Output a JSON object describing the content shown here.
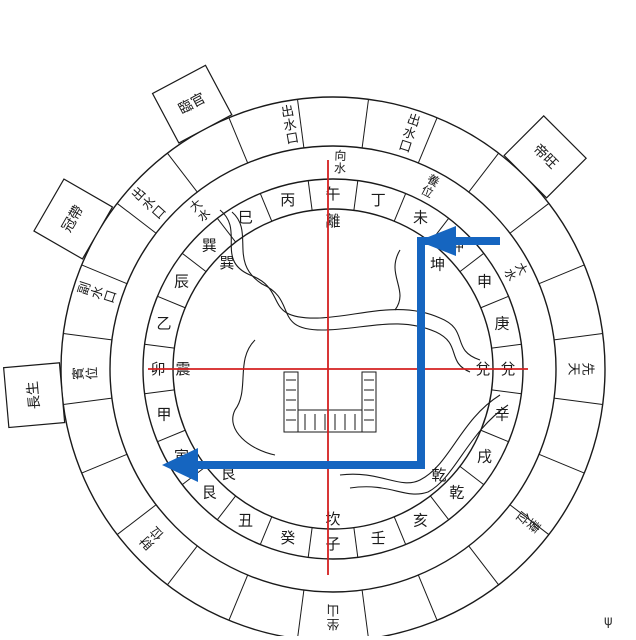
{
  "diagram": {
    "inner_ring": [
      "午",
      "丁",
      "未",
      "坤",
      "申",
      "庚",
      "兌",
      "辛",
      "戌",
      "乾",
      "亥",
      "壬",
      "子",
      "癸",
      "丑",
      "艮",
      "寅",
      "甲",
      "卯",
      "乙",
      "辰",
      "巽",
      "巳",
      "丙"
    ],
    "trigram_labels": {
      "north_top": "離",
      "south_bottom": "坎",
      "west_left": "震",
      "east_right": "兌",
      "southwest_upper_right": "坤",
      "northwest_upper_left": "巽",
      "southeast_lower_right": "乾",
      "northeast_lower_left": "艮"
    },
    "outer_annotations": [
      {
        "text": "出水口",
        "angle": -10
      },
      {
        "text": "出水口",
        "angle": 18
      },
      {
        "text": "出水口",
        "angle": -48
      },
      {
        "text": "副水口",
        "angle": -72
      },
      {
        "text": "先天",
        "angle": 90
      },
      {
        "text": "坐山",
        "angle": 180
      },
      {
        "text": "妻位",
        "angle": 128
      },
      {
        "text": "財位",
        "angle": -133
      },
      {
        "text": "賓位",
        "angle": -91
      }
    ],
    "boxed_labels": [
      {
        "text": "臨官",
        "angle": -28
      },
      {
        "text": "冠帶",
        "angle": -60
      },
      {
        "text": "長生",
        "angle": -95
      },
      {
        "text": "帝旺",
        "angle": 45
      }
    ],
    "middle_ring_notes": [
      {
        "text": "向水",
        "angle": 2
      },
      {
        "text": "大水",
        "angle": 62
      },
      {
        "text": "大水",
        "angle": -40
      },
      {
        "text": "養位",
        "angle": 28
      }
    ],
    "colors": {
      "ink": "#1a1a1a",
      "crosshair": "#d42020",
      "arrow": "#1565c0"
    },
    "corner_mark": "ψ"
  }
}
